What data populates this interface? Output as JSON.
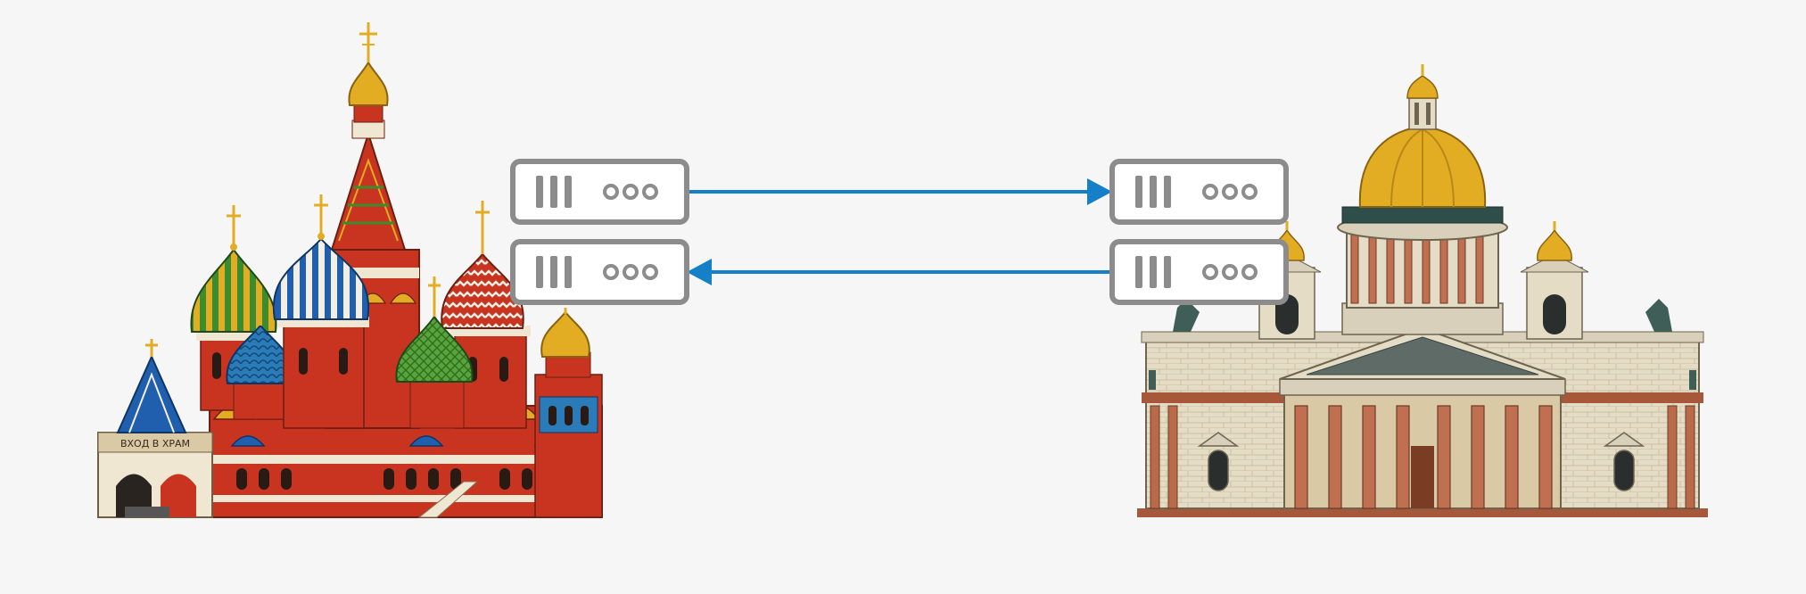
{
  "colors": {
    "background": "#f6f6f6",
    "server_stroke": "#8c8c8c",
    "arrow": "#1580c8",
    "red": "#c8341f",
    "green": "#3b8c2e",
    "blue": "#1f5fae",
    "gold": "#e2ad22",
    "cream": "#efe7d2",
    "stone": "#d9d0bc",
    "dark_teal": "#2f4e4a",
    "brick": "#a8583a"
  },
  "left_building": {
    "name": "st-basil-cathedral-illustration",
    "sign_text": "ВХОД В ХРАМ"
  },
  "right_building": {
    "name": "st-isaac-cathedral-illustration"
  },
  "servers": [
    {
      "id": "moscow-server-top",
      "icon": "server-icon"
    },
    {
      "id": "moscow-server-bottom",
      "icon": "server-icon"
    },
    {
      "id": "spb-server-top",
      "icon": "server-icon"
    },
    {
      "id": "spb-server-bottom",
      "icon": "server-icon"
    }
  ],
  "connections": [
    {
      "from": "moscow-server-top",
      "to": "spb-server-top",
      "direction": "right"
    },
    {
      "from": "spb-server-bottom",
      "to": "moscow-server-bottom",
      "direction": "left"
    }
  ]
}
